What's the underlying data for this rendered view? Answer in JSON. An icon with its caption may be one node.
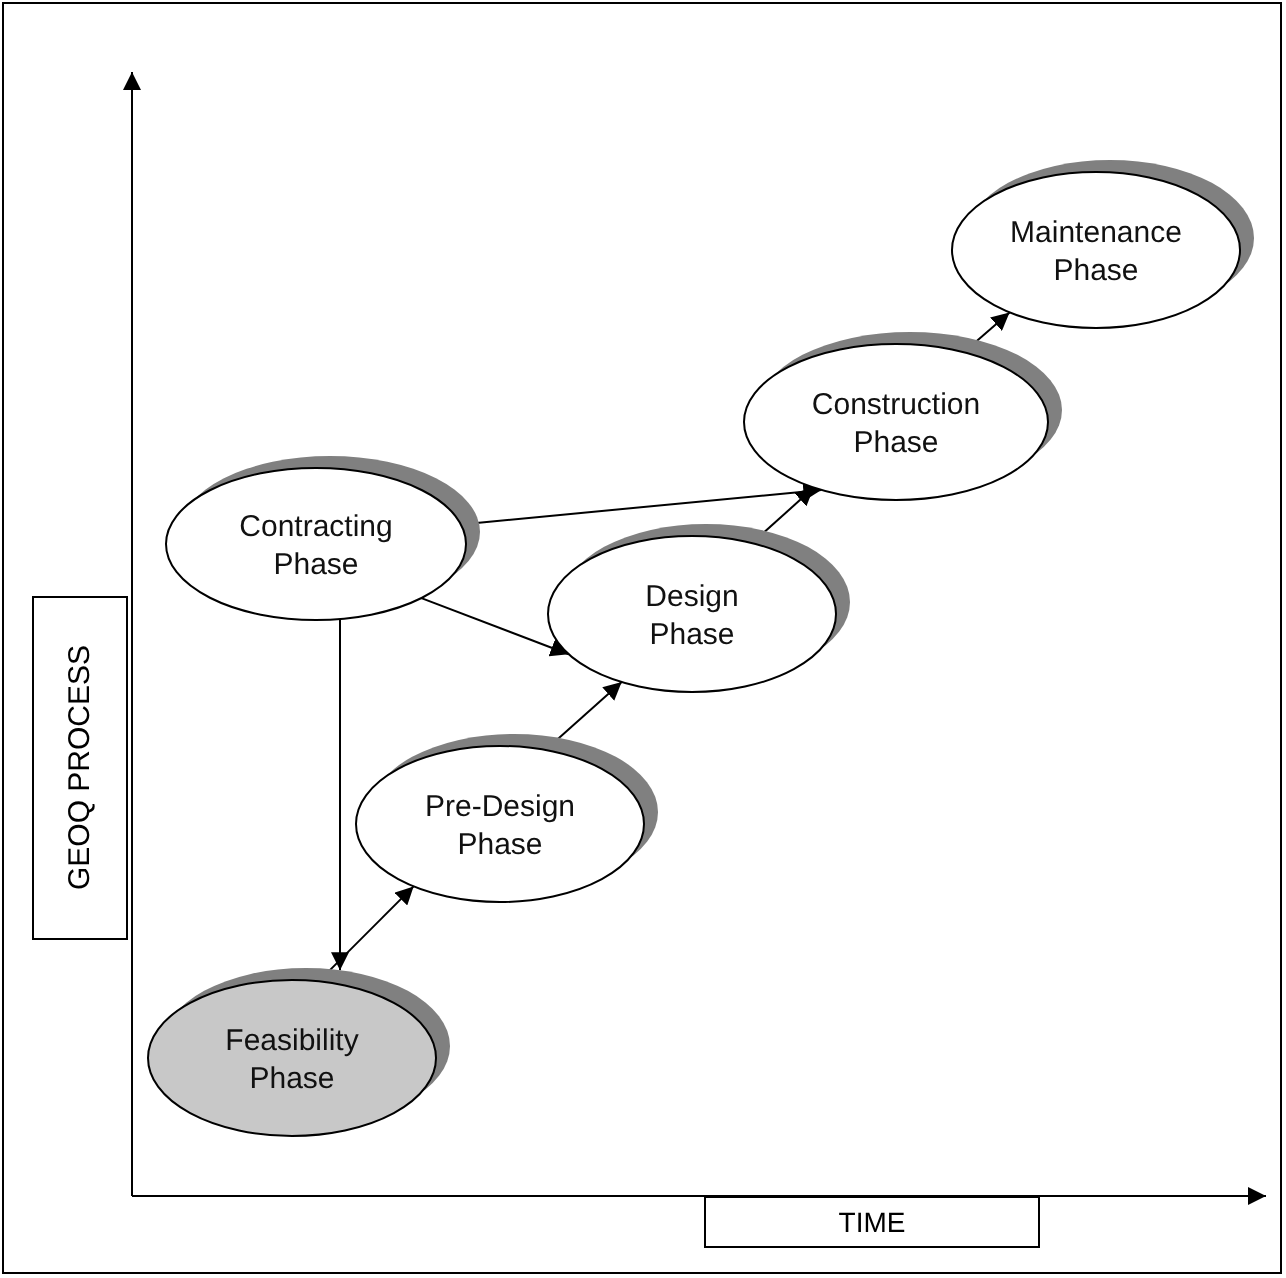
{
  "diagram": {
    "nodes": [
      {
        "text": [
          "Maintenance Phase"
        ]
      },
      {
        "text": [
          "Construction Phase"
        ]
      },
      {
        "text": [
          "Contracting Phase"
        ]
      },
      {
        "text": [
          "Design Phase"
        ]
      },
      {
        "text": [
          "Pre-Design Phase"
        ]
      },
      {
        "text": [
          "Feasibility Phase"
        ]
      }
    ],
    "edges": [
      {
        "from": 5,
        "to": 4,
        "arrow": "to"
      },
      {
        "from": 4,
        "to": 3,
        "arrow": "to"
      },
      {
        "from": 3,
        "to": 1,
        "arrow": "to"
      },
      {
        "from": 1,
        "to": 0,
        "arrow": "to"
      },
      {
        "from": 2,
        "to": 1,
        "arrow": "to"
      },
      {
        "from": 2,
        "to": 3,
        "arrow": "to"
      },
      {
        "from": 2,
        "to": 5,
        "arrow": "to"
      }
    ],
    "labels": [
      "GEOQ PROCESS",
      "TIME"
    ]
  }
}
